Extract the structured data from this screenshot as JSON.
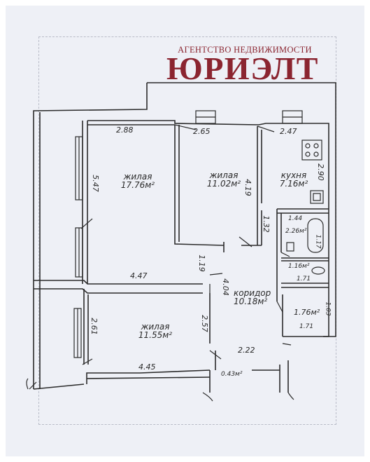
{
  "brand": {
    "agency": "АГЕНТСТВО НЕДВИЖИМОСТИ",
    "name": "ЮРИЭЛТ",
    "color": "#8b2530"
  },
  "rooms": {
    "living1": {
      "name": "жилая",
      "area": "17.76м²"
    },
    "living2": {
      "name": "жилая",
      "area": "11.02м²"
    },
    "kitchen": {
      "name": "кухня",
      "area": "7.16м²"
    },
    "living3": {
      "name": "жилая",
      "area": "11.55м²"
    },
    "corridor": {
      "name": "коридор",
      "area": "10.18м²"
    },
    "bath": {
      "area": "2.26м²"
    },
    "wc": {
      "area": "1.16м²"
    },
    "closet": {
      "area": "1.76м²"
    },
    "niche": {
      "area": "0.43м²"
    }
  },
  "dims": {
    "d288": "2.88",
    "d265": "2.65",
    "d247": "2.47",
    "d547": "5.47",
    "d419": "4.19",
    "d290": "2.90",
    "d144": "1.44",
    "d132": "1.32",
    "d117": "1.17",
    "d119": "1.19",
    "d447": "4.47",
    "d171a": "1.71",
    "d404": "4.04",
    "d257": "2.57",
    "d261": "2.61",
    "d445": "4.45",
    "d222": "2.22",
    "d171b": "1.71",
    "d103": "1.03"
  }
}
